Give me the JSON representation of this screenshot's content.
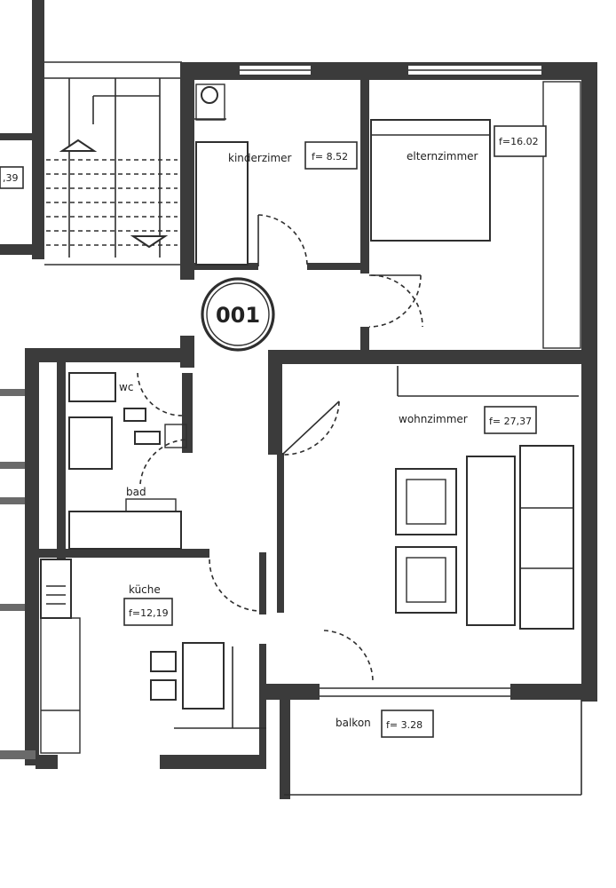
{
  "plan": {
    "unit_label": "001",
    "rooms": {
      "kinderzimmer": {
        "name": "kinderzimer",
        "area": "f= 8.52"
      },
      "elternzimmer": {
        "name": "elternzimmer",
        "area": "f=16.02"
      },
      "wohnzimmer": {
        "name": "wohnzimmer",
        "area": "f= 27,37"
      },
      "kueche": {
        "name": "küche",
        "area": "f=12,19"
      },
      "bad": {
        "name": "bad"
      },
      "wc": {
        "name": "wc"
      },
      "balkon": {
        "name": "balkon",
        "area": "f= 3.28"
      }
    },
    "fragment_left": ",39"
  },
  "colors": {
    "ink": "#2e2e2e",
    "wall": "#3b3b3b",
    "paper": "#ffffff"
  }
}
